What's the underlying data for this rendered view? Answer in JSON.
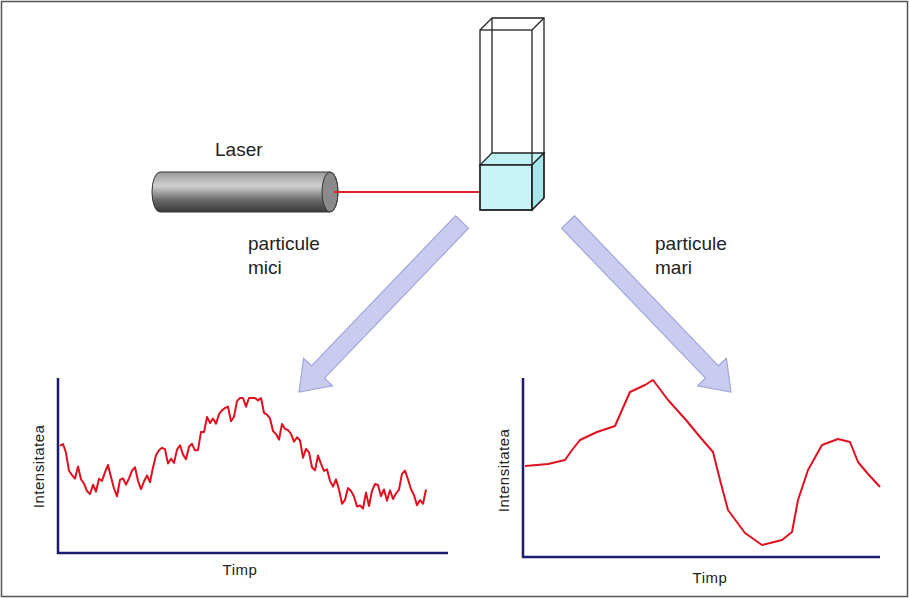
{
  "diagram": {
    "labels": [
      "Laser",
      "particule mici",
      "particule mari",
      "Intensitatea",
      "Timp",
      "Intensitatea",
      "Timp"
    ]
  }
}
